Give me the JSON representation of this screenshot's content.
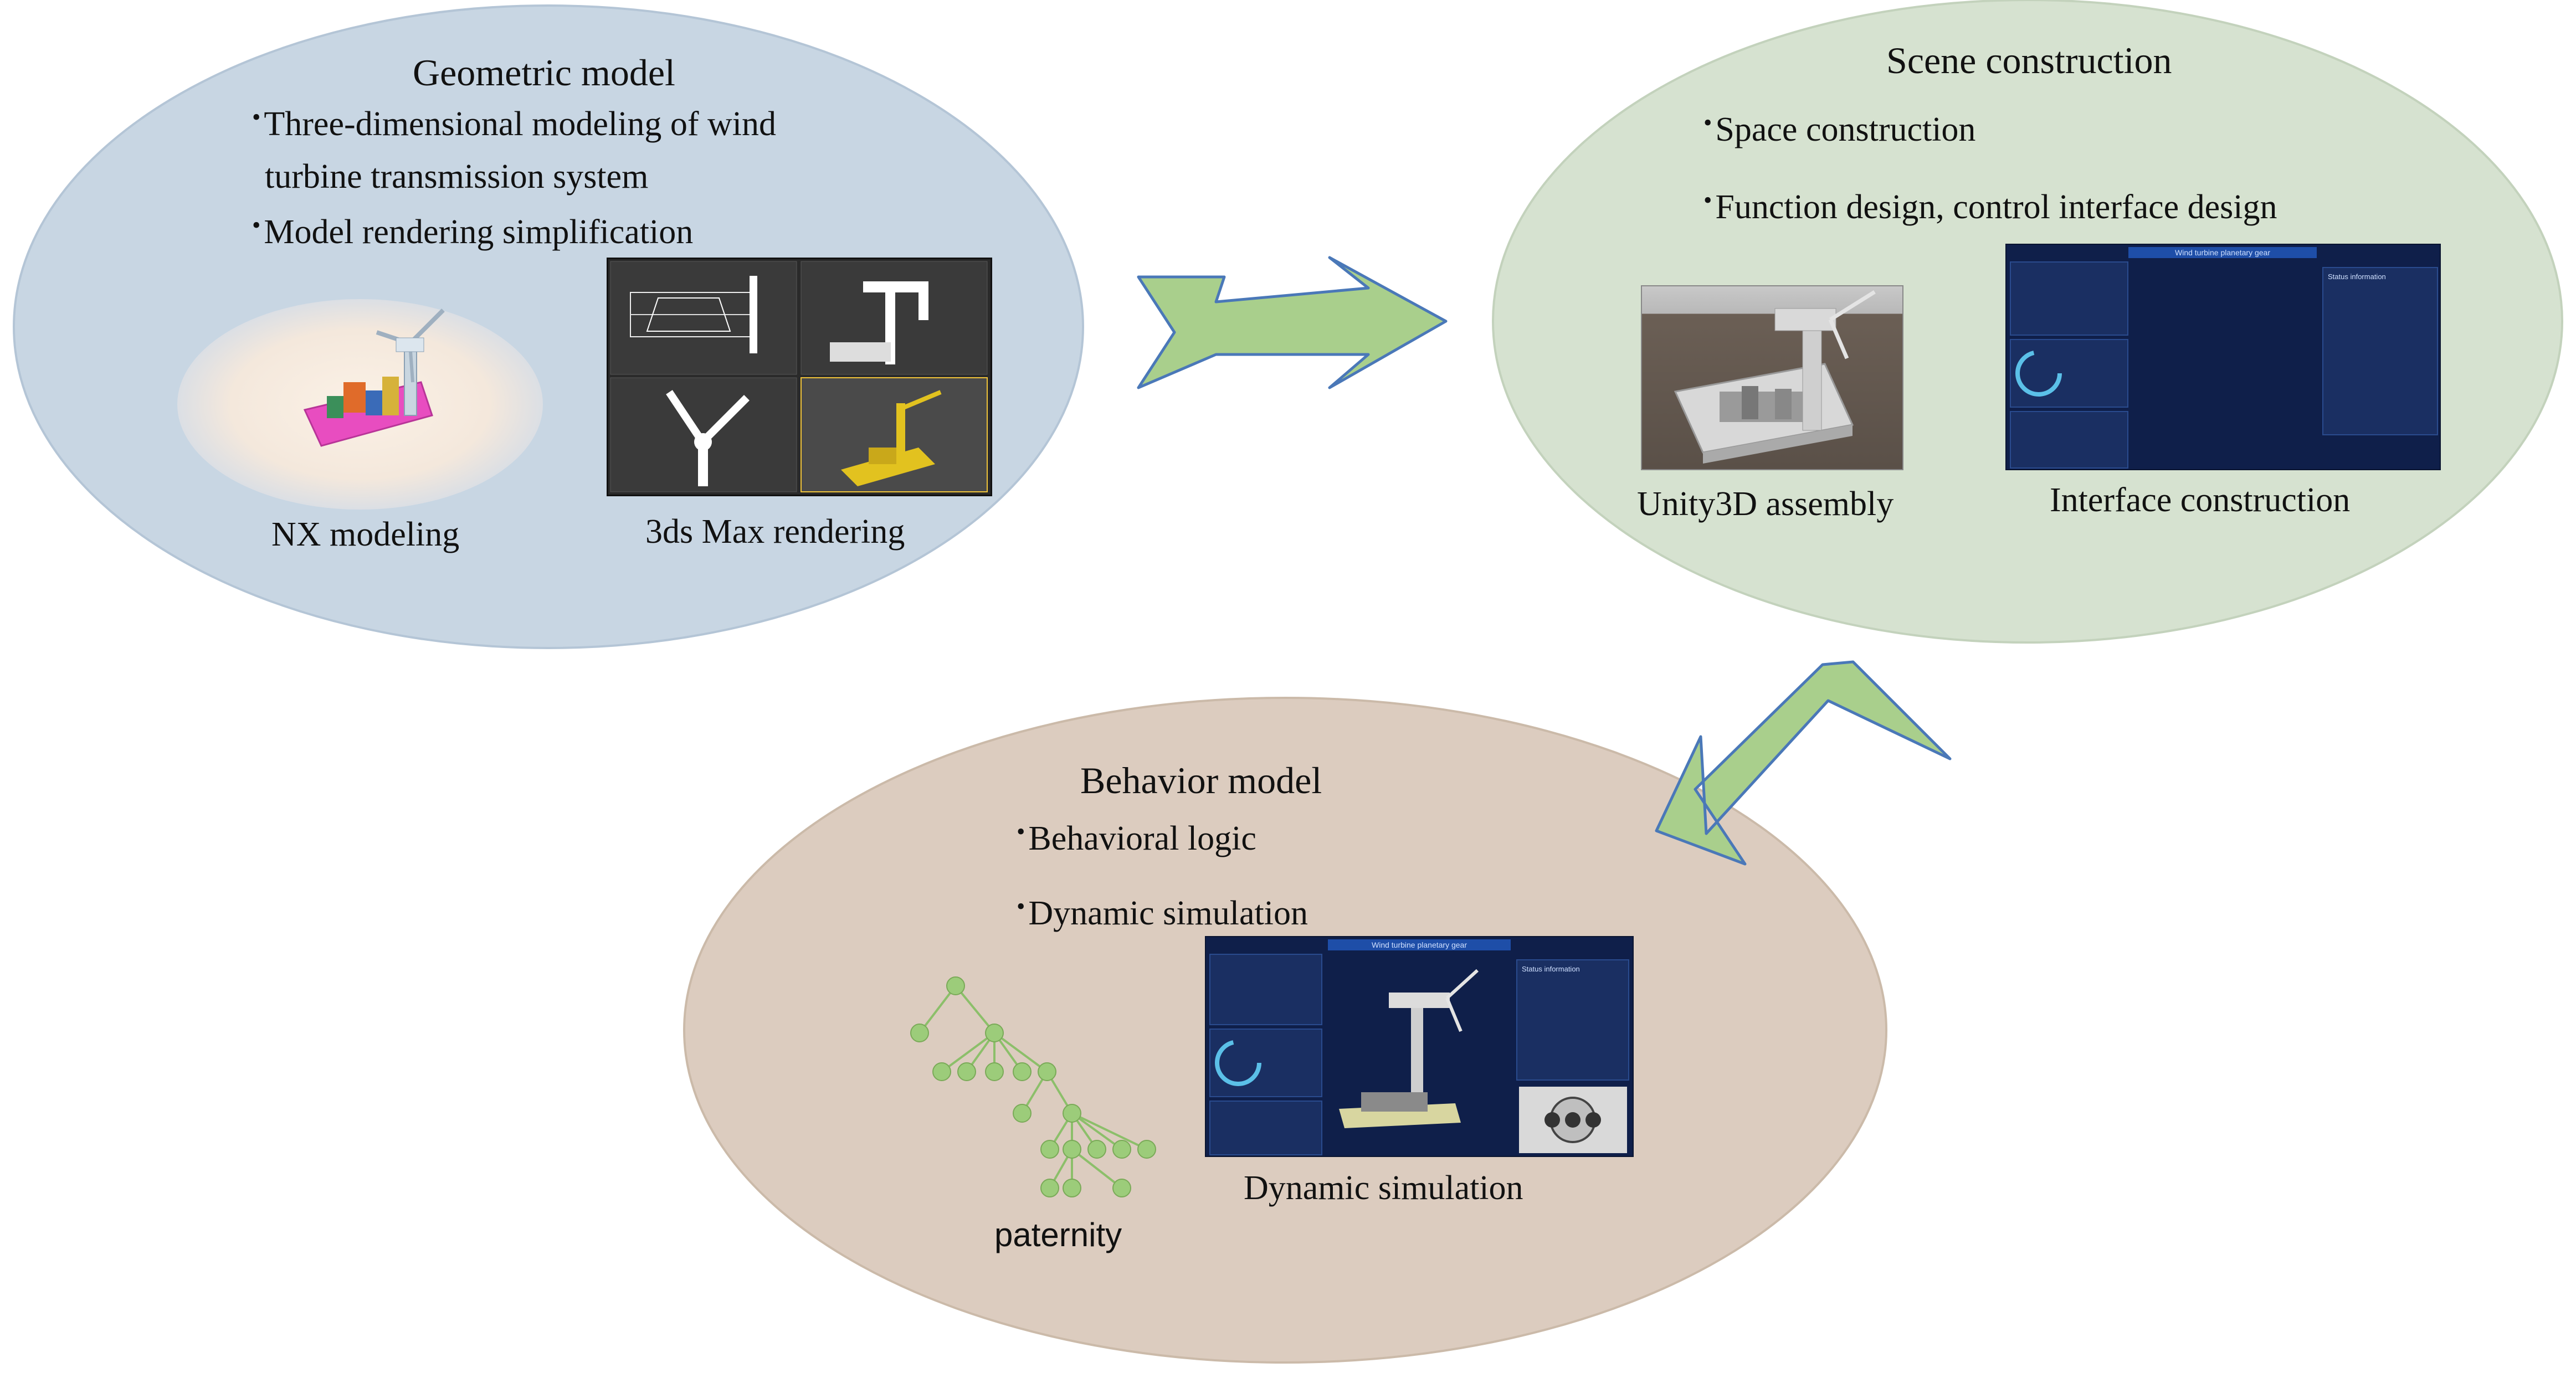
{
  "colors": {
    "geometric_fill": "#c8d6e3",
    "scene_fill": "#d6e2d0",
    "behavior_fill": "#dcccbf",
    "arrow_fill": "#a9cf8c",
    "arrow_stroke": "#4a78b8",
    "ui_dark": "#0f1f4a",
    "tree_node": "#9ccc7a"
  },
  "geometric": {
    "title": "Geometric model",
    "bullets": [
      "Three-dimensional modeling of wind",
      "turbine transmission system",
      "Model rendering simplification"
    ],
    "captions": {
      "nx": "NX modeling",
      "max": "3ds Max rendering"
    }
  },
  "scene": {
    "title": "Scene construction",
    "bullets": [
      "Space construction",
      "Function design, control interface design"
    ],
    "captions": {
      "unity": "Unity3D assembly",
      "interface": "Interface construction"
    },
    "ui": {
      "header": "Wind turbine planetary gear",
      "status": "Status information"
    }
  },
  "behavior": {
    "title": "Behavior model",
    "bullets": [
      "Behavioral logic",
      "Dynamic simulation"
    ],
    "captions": {
      "tree": "paternity",
      "sim": "Dynamic simulation"
    },
    "ui": {
      "header": "Wind turbine planetary gear",
      "status": "Status information"
    }
  }
}
